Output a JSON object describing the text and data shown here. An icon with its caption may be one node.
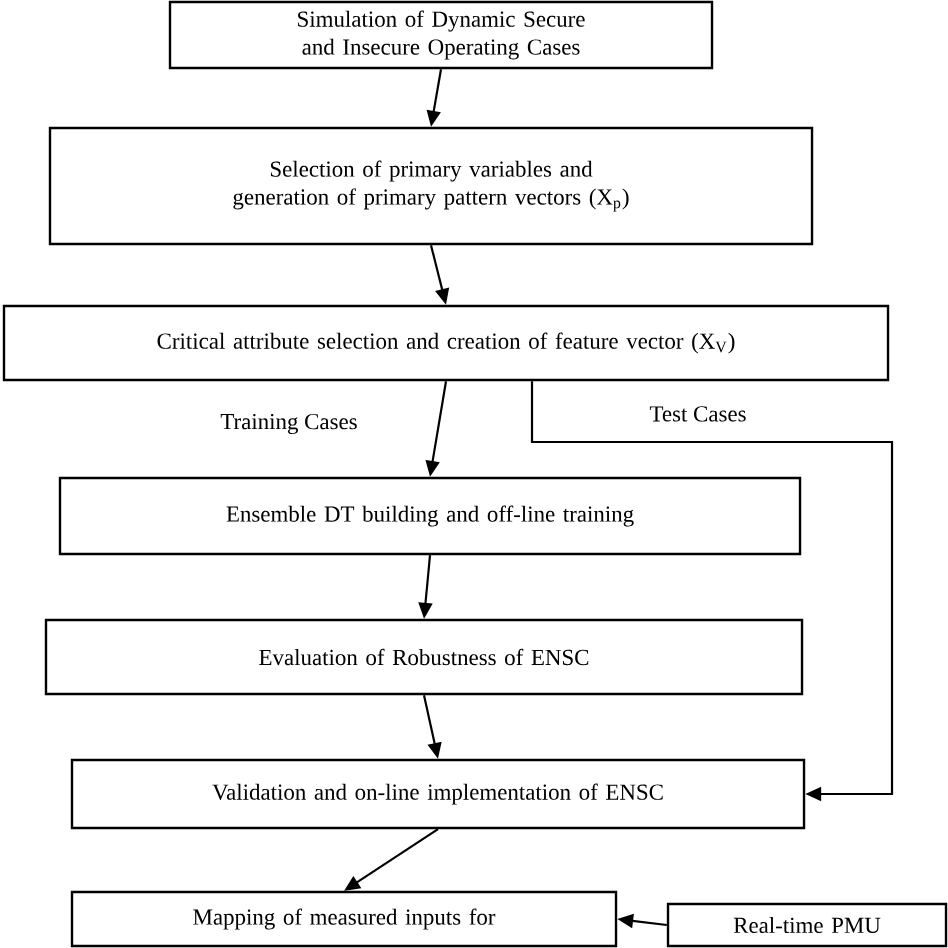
{
  "diagram": {
    "nodes": [
      {
        "text": [
          "Simulation of Dynamic Secure and Insecure Operating Cases"
        ]
      },
      {
        "text": [
          "Selection of primary variables and generation of primary pattern vectors (X$_{p}$)"
        ]
      },
      {
        "text": [
          "Critical attribute selection and creation of feature vector (X$_{V}$)"
        ]
      },
      {
        "text": [
          "Ensemble DT building and off-line training"
        ]
      },
      {
        "text": [
          "Evaluation of Robustness of ENSC"
        ]
      },
      {
        "text": [
          "Validation and on-line implementation of ENSC"
        ]
      },
      {
        "text": [
          "Mapping of measured inputs for"
        ]
      },
      {
        "text": [
          "Real-time PMU"
        ]
      }
    ],
    "edges": [
      {
        "from": 0,
        "to": 1,
        "arrow": "to"
      },
      {
        "from": 1,
        "to": 2,
        "arrow": "to"
      },
      {
        "from": 2,
        "to": 3,
        "arrow": "to",
        "label": "Training Cases"
      },
      {
        "from": 2,
        "to": 5,
        "arrow": "to",
        "label": "Test Cases"
      },
      {
        "from": 3,
        "to": 4,
        "arrow": "to"
      },
      {
        "from": 4,
        "to": 5,
        "arrow": "to"
      },
      {
        "from": 5,
        "to": 6,
        "arrow": "to"
      },
      {
        "from": 7,
        "to": 6,
        "arrow": "to"
      }
    ]
  }
}
